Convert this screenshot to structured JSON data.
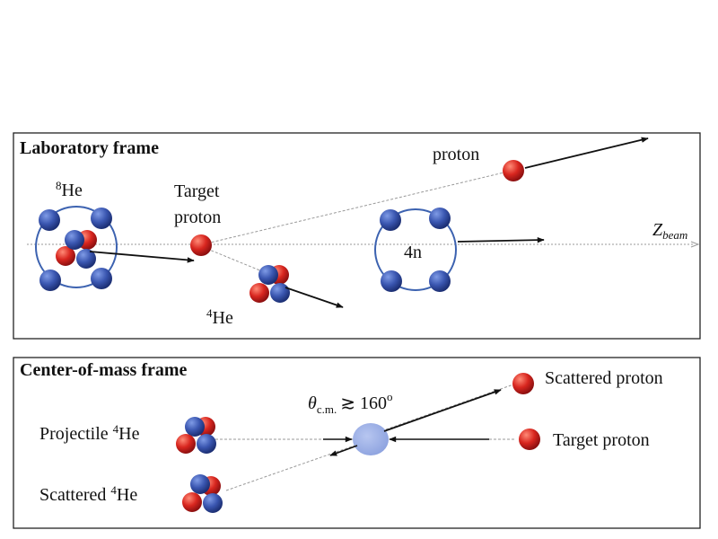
{
  "colors": {
    "frame": "#222222",
    "blue_nucleon": "#3a56b0",
    "red_nucleon": "#d8261f",
    "ring": "#3c62b0",
    "dashed": "#9a9a9a",
    "arrow": "#111111",
    "cm_blob": "#9db0e6"
  },
  "lab_frame": {
    "title": "Laboratory frame",
    "he8_sup": "8",
    "he8_label": "He",
    "target_line1": "Target",
    "target_line2": "proton",
    "proton_label": "proton",
    "fourn_label": "4n",
    "he4_sup": "4",
    "he4_label": "He",
    "zbeam_main": "Z",
    "zbeam_sub": "beam"
  },
  "cm_frame": {
    "title": "Center-of-mass frame",
    "angle_theta": "θ",
    "angle_sub": "c.m.",
    "angle_value": "≳ 160",
    "angle_sup": "o",
    "projectile_text": "Projectile ",
    "projectile_sup": "4",
    "projectile_he": "He",
    "scattered_he_text": "Scattered ",
    "scattered_he_sup": "4",
    "scattered_he_he": "He",
    "scattered_proton": "Scattered proton",
    "target_proton": "Target proton"
  }
}
